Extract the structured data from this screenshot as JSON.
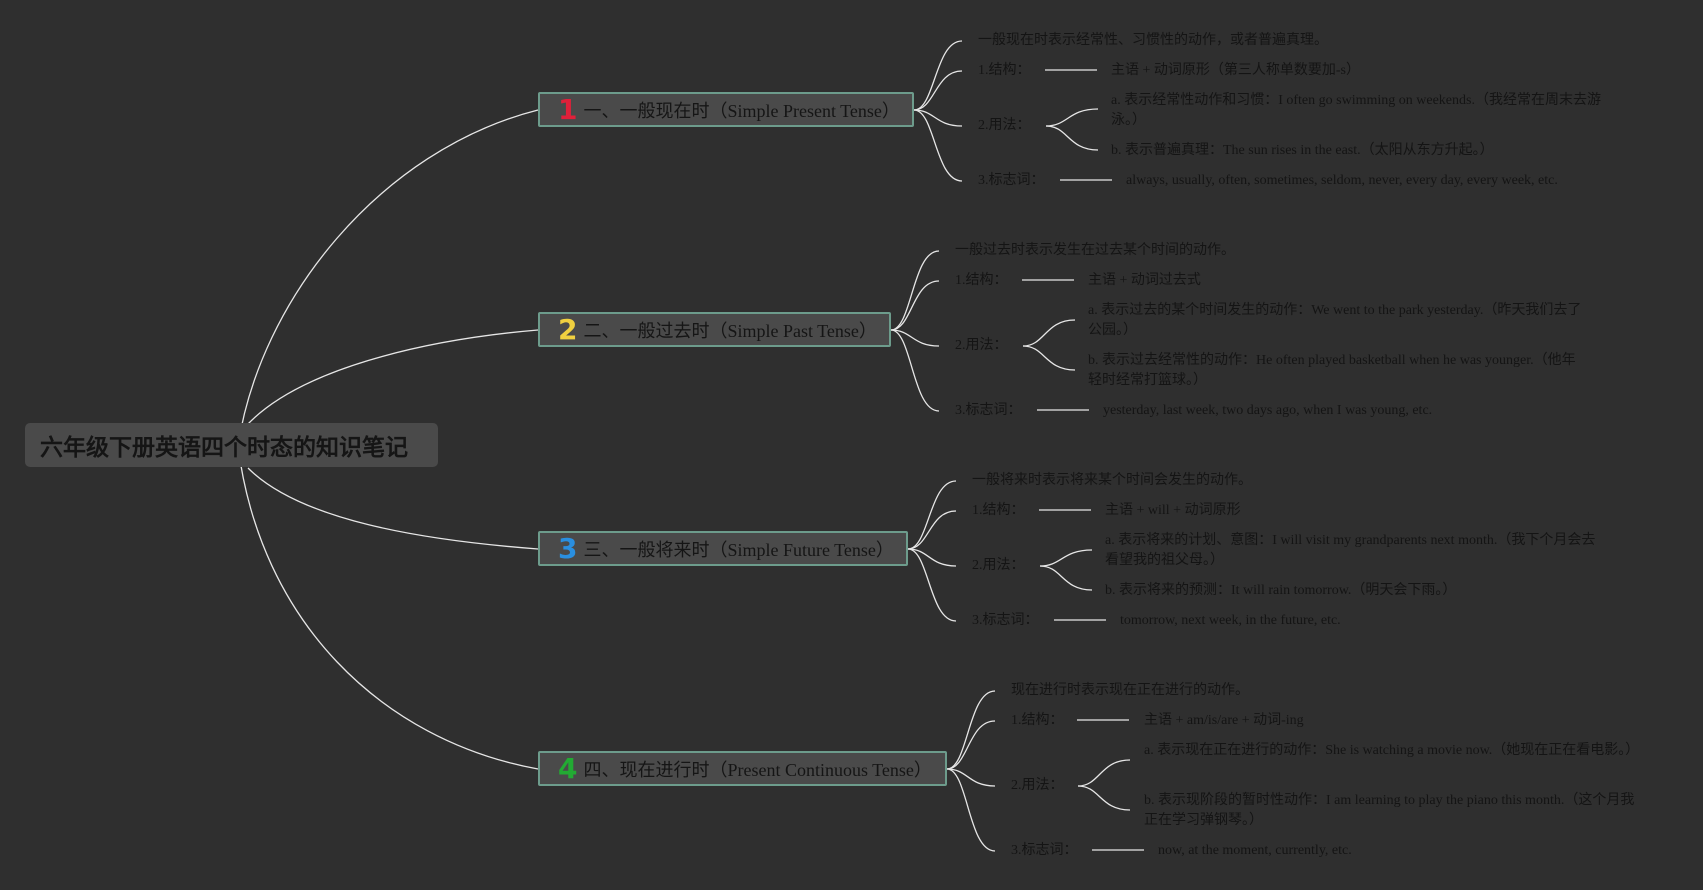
{
  "title": "六年级下册英语四个时态的知识笔记",
  "colors": {
    "background": "#2f2f2f",
    "node_fill": "#4a4a4a",
    "node_border": "#6d9c8c",
    "line": "#e6e6e6",
    "num1": "#e0203a",
    "num2": "#f0d040",
    "num3": "#2a8fe0",
    "num4": "#22aa33"
  },
  "branches": [
    {
      "num": "1",
      "label": "一、一般现在时（Simple Present Tense）",
      "definition": "一般现在时表示经常性、习惯性的动作，或者普遍真理。",
      "structure_label": "1.结构：",
      "structure": "主语 + 动词原形（第三人称单数要加-s）",
      "usage_label": "2.用法：",
      "usage_a": "a. 表示经常性动作和习惯：I often go swimming on weekends.（我经常在周末去游泳。）",
      "usage_b": "b. 表示普遍真理：The sun rises in the east.（太阳从东方升起。）",
      "signal_label": "3.标志词：",
      "signal": "always, usually, often, sometimes, seldom, never, every day, every week, etc."
    },
    {
      "num": "2",
      "label": "二、一般过去时（Simple Past Tense）",
      "definition": "一般过去时表示发生在过去某个时间的动作。",
      "structure_label": "1.结构：",
      "structure": "主语 + 动词过去式",
      "usage_label": "2.用法：",
      "usage_a": "a. 表示过去的某个时间发生的动作：We went to the park yesterday.（昨天我们去了公园。）",
      "usage_b": "b. 表示过去经常性的动作：He often played basketball when he was younger.（他年轻时经常打篮球。）",
      "signal_label": "3.标志词：",
      "signal": "yesterday, last week, two days ago, when I was young, etc."
    },
    {
      "num": "3",
      "label": "三、一般将来时（Simple Future Tense）",
      "definition": "一般将来时表示将来某个时间会发生的动作。",
      "structure_label": "1.结构：",
      "structure": "主语 + will + 动词原形",
      "usage_label": "2.用法：",
      "usage_a": "a. 表示将来的计划、意图：I will visit my grandparents next month.（我下个月会去看望我的祖父母。）",
      "usage_b": "b. 表示将来的预测：It will rain tomorrow.（明天会下雨。）",
      "signal_label": "3.标志词：",
      "signal": "tomorrow, next week, in the future, etc."
    },
    {
      "num": "4",
      "label": "四、现在进行时（Present Continuous Tense）",
      "definition": "现在进行时表示现在正在进行的动作。",
      "structure_label": "1.结构：",
      "structure": "主语 + am/is/are + 动词-ing",
      "usage_label": "2.用法：",
      "usage_a": "a. 表示现在正在进行的动作：She is watching a movie now.（她现在正在看电影。）",
      "usage_b": "b. 表示现阶段的暂时性动作：I am learning to play the piano this month.（这个月我正在学习弹钢琴。）",
      "signal_label": "3.标志词：",
      "signal": "now, at the moment, currently, etc."
    }
  ]
}
